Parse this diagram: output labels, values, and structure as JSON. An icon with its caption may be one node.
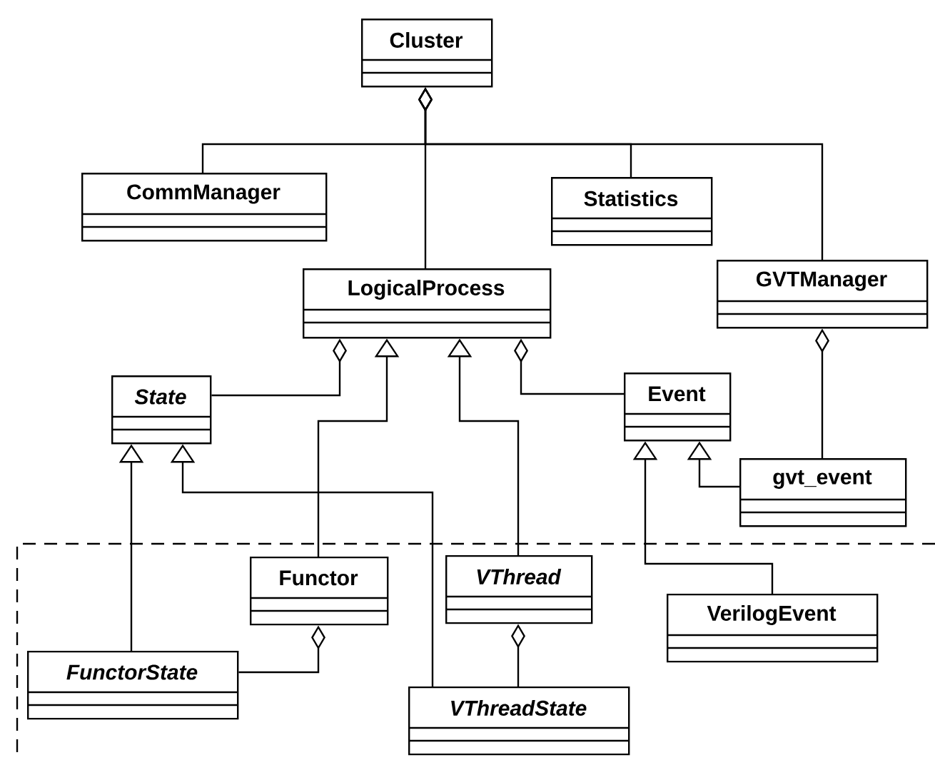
{
  "diagram": {
    "nodes": [
      {
        "text": [
          "Cluster"
        ]
      },
      {
        "text": [
          "CommManager"
        ]
      },
      {
        "text": [
          "Statistics"
        ]
      },
      {
        "text": [
          "LogicalProcess"
        ]
      },
      {
        "text": [
          "GVTManager"
        ]
      },
      {
        "text": [
          "State"
        ]
      },
      {
        "text": [
          "Event"
        ]
      },
      {
        "text": [
          "gvt_event"
        ]
      },
      {
        "text": [
          "Functor"
        ]
      },
      {
        "text": [
          "VThread"
        ]
      },
      {
        "text": [
          "VerilogEvent"
        ]
      },
      {
        "text": [
          "FunctorState"
        ]
      },
      {
        "text": [
          "VThreadState"
        ]
      }
    ],
    "edges": [
      {
        "from": 0,
        "to": 1,
        "arrow": "other"
      },
      {
        "from": 0,
        "to": 2,
        "arrow": "other"
      },
      {
        "from": 0,
        "to": 3,
        "arrow": "other"
      },
      {
        "from": 0,
        "to": 4,
        "arrow": "other"
      },
      {
        "from": 3,
        "to": 5,
        "arrow": "other"
      },
      {
        "from": 3,
        "to": 6,
        "arrow": "other"
      },
      {
        "from": 4,
        "to": 7,
        "arrow": "other"
      },
      {
        "from": 8,
        "to": 3,
        "arrow": "to"
      },
      {
        "from": 9,
        "to": 3,
        "arrow": "to"
      },
      {
        "from": 11,
        "to": 5,
        "arrow": "to"
      },
      {
        "from": 12,
        "to": 5,
        "arrow": "to"
      },
      {
        "from": 10,
        "to": 6,
        "arrow": "to"
      },
      {
        "from": 7,
        "to": 6,
        "arrow": "to"
      },
      {
        "from": 8,
        "to": 11,
        "arrow": "other"
      },
      {
        "from": 9,
        "to": 12,
        "arrow": "other"
      }
    ]
  }
}
